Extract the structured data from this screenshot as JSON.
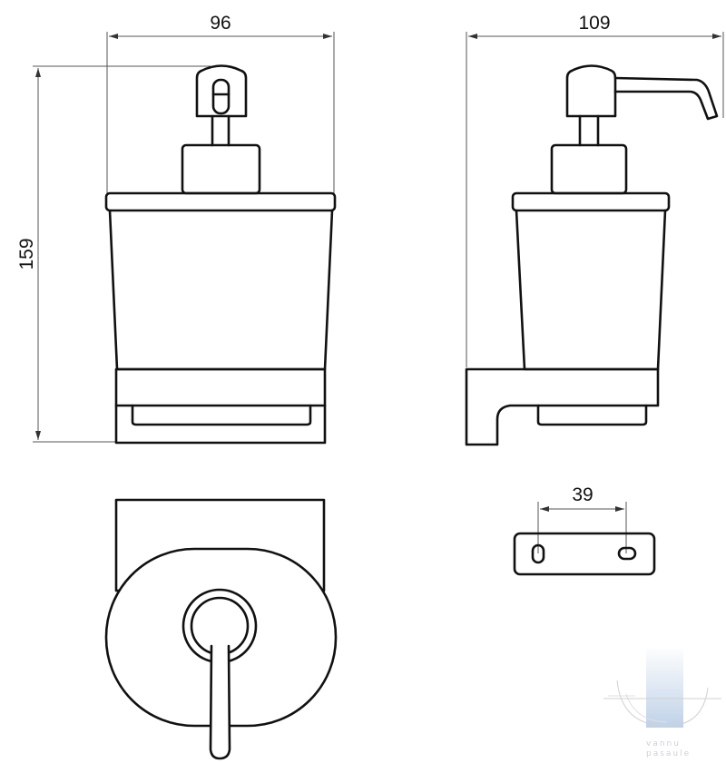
{
  "drawing": {
    "front_width_label": "96",
    "side_depth_label": "109",
    "height_label": "159",
    "mount_hole_spacing_label": "39"
  },
  "watermark": {
    "line1": "vannu",
    "line2": "pasaule"
  }
}
